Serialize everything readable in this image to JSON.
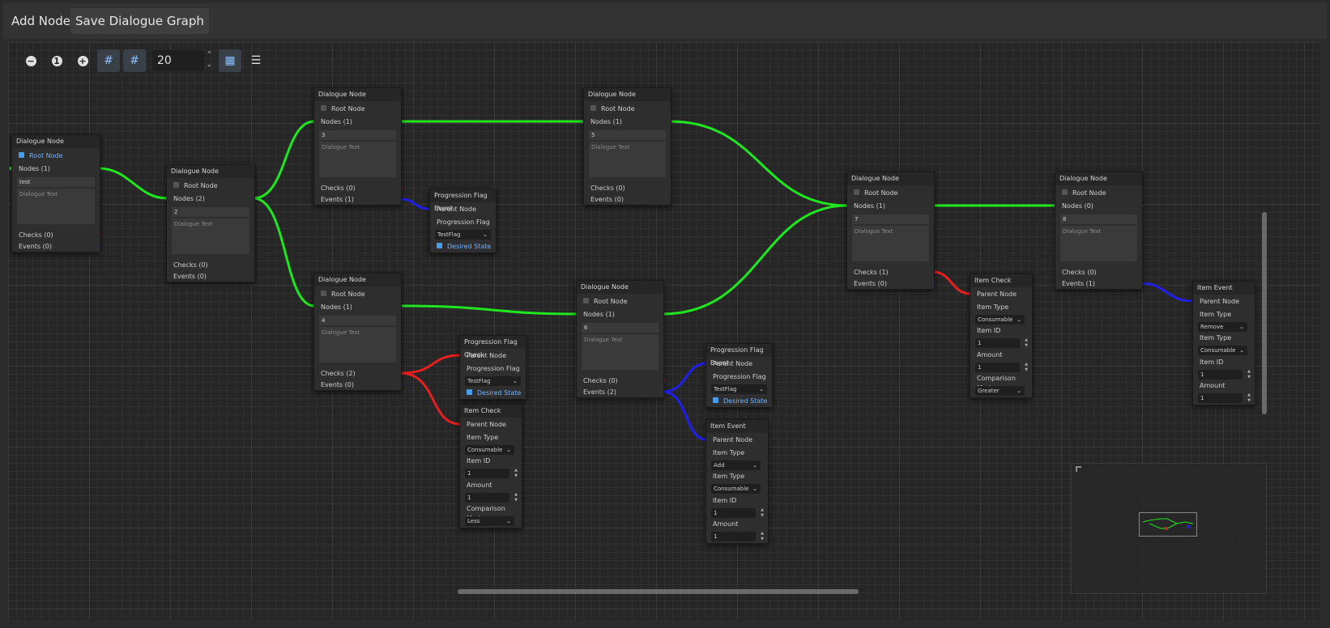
{
  "topbar": {
    "add_node": "Add Node",
    "save_graph": "Save Dialogue Graph"
  },
  "toolbar": {
    "zoom_out_icon": "minus-circle-icon",
    "zoom_reset_label": "1",
    "zoom_in_icon": "plus-circle-icon",
    "snap_value": "20"
  },
  "labels": {
    "dialogue_node": "Dialogue Node",
    "root_node": "Root Node",
    "dialogue_text": "Dialogue Text",
    "pfe": "Progression Flag Event",
    "pfc": "Progression Flag Check",
    "item_check": "Item Check",
    "item_event": "Item Event",
    "parent_node": "Parent Node",
    "progression_flag": "Progression Flag",
    "desired_state": "Desired State",
    "item_type": "Item Type",
    "item_id": "Item ID",
    "amount": "Amount",
    "comparison_mode": "Comparison Mode"
  },
  "dialogue_nodes": [
    {
      "nodes": "Nodes (1)",
      "text": "test",
      "checks": "Checks (0)",
      "events": "Events (0)"
    },
    {
      "nodes": "Nodes (2)",
      "text": "2",
      "checks": "Checks (0)",
      "events": "Events (0)"
    },
    {
      "nodes": "Nodes (1)",
      "text": "3",
      "checks": "Checks (0)",
      "events": "Events (1)"
    },
    {
      "nodes": "Nodes (1)",
      "text": "4",
      "checks": "Checks (2)",
      "events": "Events (0)"
    },
    {
      "nodes": "Nodes (1)",
      "text": "5",
      "checks": "Checks (0)",
      "events": "Events (0)"
    },
    {
      "nodes": "Nodes (1)",
      "text": "6",
      "checks": "Checks (0)",
      "events": "Events (2)"
    },
    {
      "nodes": "Nodes (1)",
      "text": "7",
      "checks": "Checks (1)",
      "events": "Events (0)"
    },
    {
      "nodes": "Nodes (0)",
      "text": "8",
      "checks": "Checks (0)",
      "events": "Events (1)"
    }
  ],
  "pfe1": {
    "flag": "TestFlag"
  },
  "pfc1": {
    "flag": "TestFlag"
  },
  "pfe2": {
    "flag": "TestFlag"
  },
  "ic1": {
    "type": "Consumable",
    "id": "1",
    "amount": "1",
    "mode": "Less"
  },
  "ic2": {
    "type": "Consumable",
    "id": "1",
    "amount": "1",
    "mode": "Greater"
  },
  "ie1": {
    "action": "Add",
    "type": "Consumable",
    "id": "1",
    "amount": "1"
  },
  "ie2": {
    "action": "Remove",
    "type": "Consumable",
    "id": "1",
    "amount": "1"
  },
  "colors": {
    "node_wire": "#1fe61f",
    "check_wire": "#e61f1f",
    "event_wire": "#1f1fe6",
    "accent": "#4a9be8"
  }
}
